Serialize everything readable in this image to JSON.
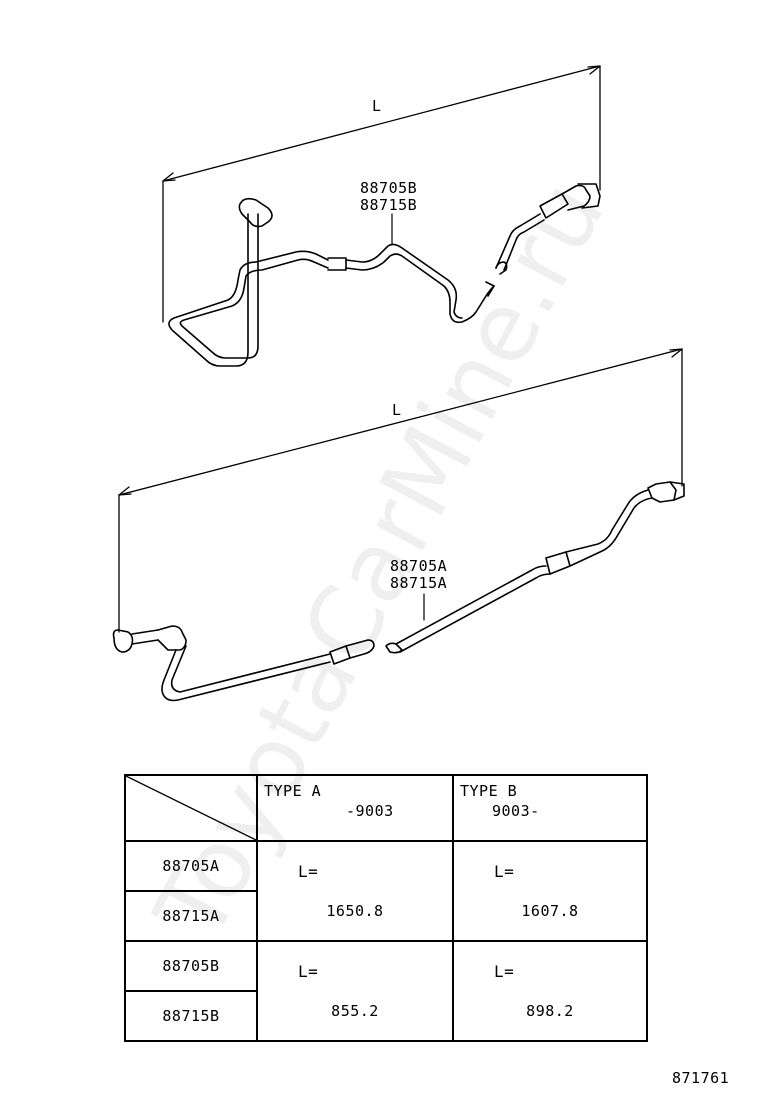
{
  "watermark": "ToyotaCarMine.ru",
  "upper_assembly": {
    "dimension_label": "L",
    "callout_line1": "88705B",
    "callout_line2": "88715B"
  },
  "lower_assembly": {
    "dimension_label": "L",
    "callout_line1": "88705A",
    "callout_line2": "88715A"
  },
  "table": {
    "type_a": {
      "name": "TYPE  A",
      "range": "-9003"
    },
    "type_b": {
      "name": "TYPE  B",
      "range": "9003-"
    },
    "rows": [
      {
        "part1": "88705A",
        "part2": "88715A",
        "eq_a": "L=",
        "val_a": "1650.8",
        "eq_b": "L=",
        "val_b": "1607.8"
      },
      {
        "part1": "88705B",
        "part2": "88715B",
        "eq_a": "L=",
        "val_a": "855.2",
        "eq_b": "L=",
        "val_b": "898.2"
      }
    ]
  },
  "diagram_id": "871761"
}
